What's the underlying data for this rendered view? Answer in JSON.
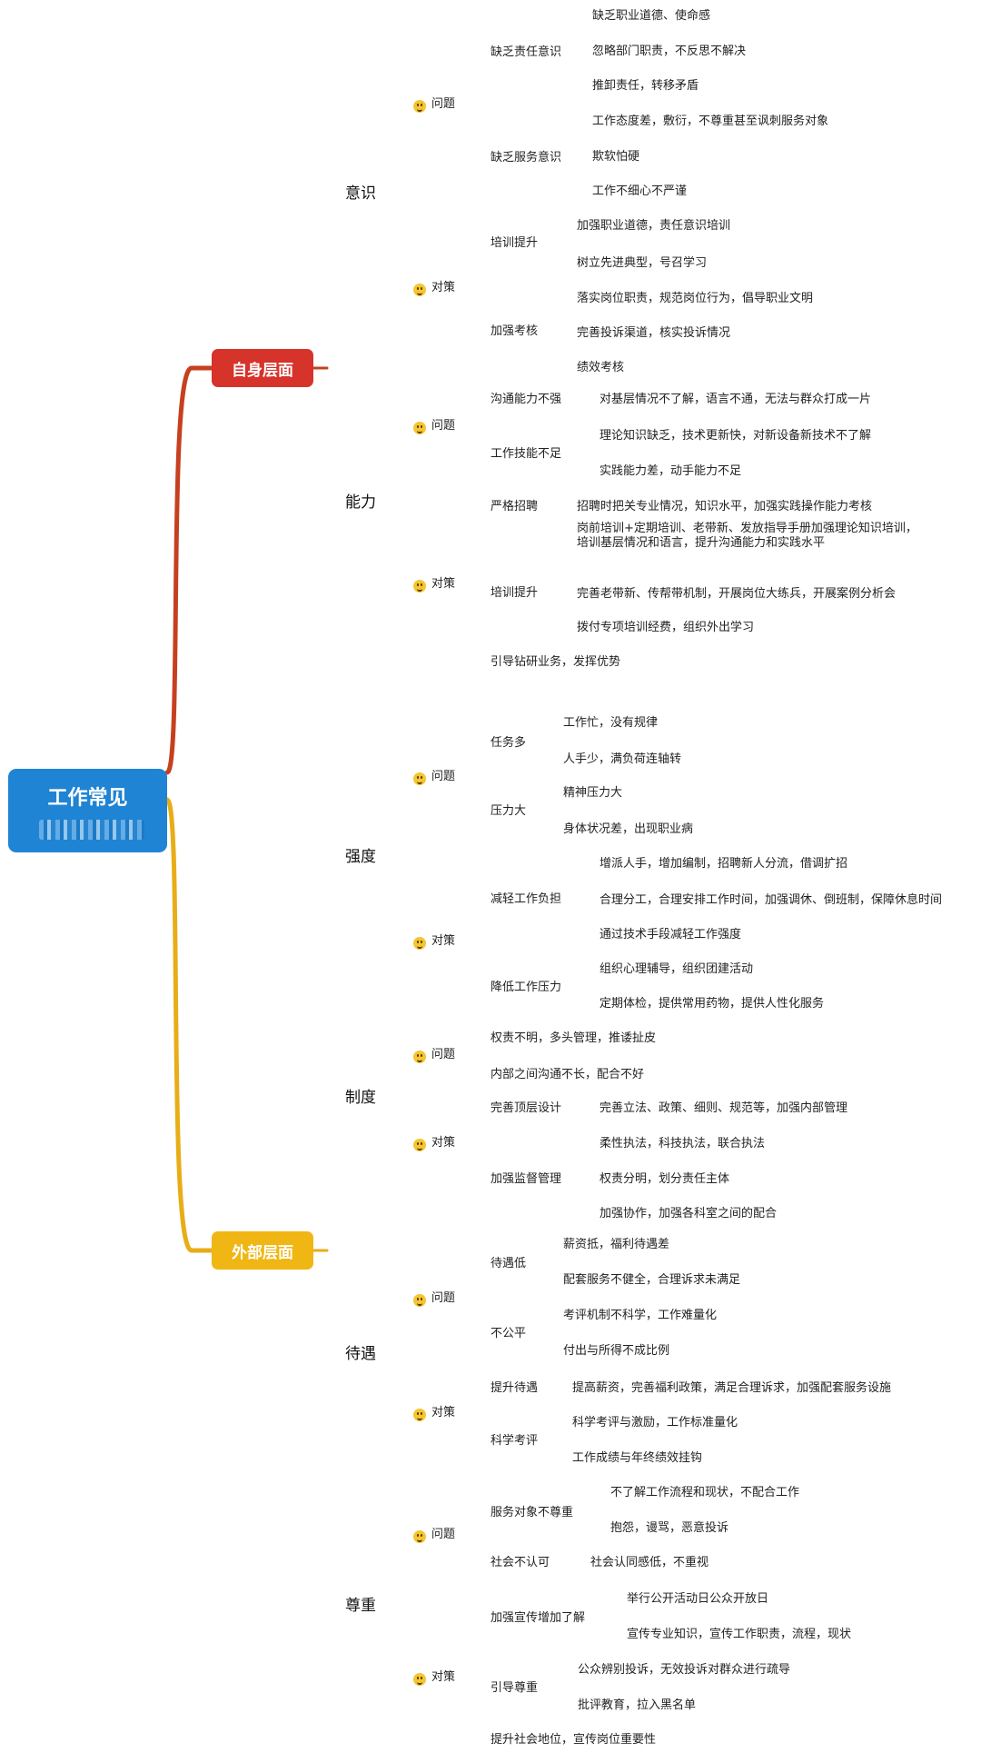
{
  "root": {
    "title": "工作常见",
    "subtitle_blurred": "████████"
  },
  "colors": {
    "root": "#1f84d4",
    "self": "#d6332b",
    "self_line": "#c6401f",
    "external": "#f0b613",
    "external_line": "#e8ad17"
  },
  "icons": {
    "problem": "frown-emoji-icon",
    "solution": "smile-emoji-icon"
  },
  "branches": {
    "self": {
      "label": "自身层面",
      "awareness": {
        "label": "意识",
        "problem": {
          "label": "问题",
          "duty": {
            "label": "缺乏责任意识",
            "items": [
              "缺乏职业道德、使命感",
              "忽略部门职责，不反思不解决",
              "推卸责任，转移矛盾"
            ]
          },
          "service": {
            "label": "缺乏服务意识",
            "items": [
              "工作态度差，敷衍，不尊重甚至讽刺服务对象",
              "欺软怕硬",
              "工作不细心不严谨"
            ]
          }
        },
        "solution": {
          "label": "对策",
          "training": {
            "label": "培训提升",
            "items": [
              "加强职业道德，责任意识培训",
              "树立先进典型，号召学习"
            ]
          },
          "assess": {
            "label": "加强考核",
            "items": [
              "落实岗位职责，规范岗位行为，倡导职业文明",
              "完善投诉渠道，核实投诉情况",
              "绩效考核"
            ]
          }
        }
      },
      "ability": {
        "label": "能力",
        "problem": {
          "label": "问题",
          "communication": {
            "label": "沟通能力不强",
            "items": [
              "对基层情况不了解，语言不通，无法与群众打成一片"
            ]
          },
          "skill": {
            "label": "工作技能不足",
            "items": [
              "理论知识缺乏，技术更新快，对新设备新技术不了解",
              "实践能力差，动手能力不足"
            ]
          }
        },
        "solution": {
          "label": "对策",
          "recruit": {
            "label": "严格招聘",
            "items": [
              "招聘时把关专业情况，知识水平，加强实践操作能力考核"
            ]
          },
          "training": {
            "label": "培训提升",
            "items": [
              "岗前培训+定期培训、老带新、发放指导手册加强理论知识培训，\n培训基层情况和语言，提升沟通能力和实践水平",
              "完善老带新、传帮带机制，开展岗位大练兵，开展案例分析会",
              "拨付专项培训经费，组织外出学习"
            ]
          },
          "guide": {
            "label": "引导钻研业务，发挥优势"
          }
        }
      }
    },
    "external": {
      "label": "外部层面",
      "intensity": {
        "label": "强度",
        "problem": {
          "label": "问题",
          "tasks": {
            "label": "任务多",
            "items": [
              "工作忙，没有规律",
              "人手少，满负荷连轴转"
            ]
          },
          "pressure": {
            "label": "压力大",
            "items": [
              "精神压力大",
              "身体状况差，出现职业病"
            ]
          }
        },
        "solution": {
          "label": "对策",
          "reduce": {
            "label": "减轻工作负担",
            "items": [
              "增派人手，增加编制，招聘新人分流，借调扩招",
              "合理分工，合理安排工作时间，加强调休、倒班制，保障休息时间",
              "通过技术手段减轻工作强度"
            ]
          },
          "relief": {
            "label": "降低工作压力",
            "items": [
              "组织心理辅导，组织团建活动",
              "定期体检，提供常用药物，提供人性化服务"
            ]
          }
        }
      },
      "system": {
        "label": "制度",
        "problem": {
          "label": "问题",
          "items": [
            "权责不明，多头管理，推诿扯皮",
            "内部之间沟通不长，配合不好"
          ]
        },
        "solution": {
          "label": "对策",
          "top": {
            "label": "完善顶层设计",
            "items": [
              "完善立法、政策、细则、规范等，加强内部管理"
            ]
          },
          "supervise": {
            "label": "加强监督管理",
            "items": [
              "柔性执法，科技执法，联合执法",
              "权责分明，划分责任主体",
              "加强协作，加强各科室之间的配合"
            ]
          }
        }
      },
      "treatment": {
        "label": "待遇",
        "problem": {
          "label": "问题",
          "low": {
            "label": "待遇低",
            "items": [
              "薪资抵，福利待遇差",
              "配套服务不健全，合理诉求未满足"
            ]
          },
          "unfair": {
            "label": "不公平",
            "items": [
              "考评机制不科学，工作难量化",
              "付出与所得不成比例"
            ]
          }
        },
        "solution": {
          "label": "对策",
          "raise": {
            "label": "提升待遇",
            "items": [
              "提高薪资，完善福利政策，满足合理诉求，加强配套服务设施"
            ]
          },
          "science": {
            "label": "科学考评",
            "items": [
              "科学考评与激励，工作标准量化",
              "工作成绩与年终绩效挂钩"
            ]
          }
        }
      },
      "respect": {
        "label": "尊重",
        "problem": {
          "label": "问题",
          "disrespect": {
            "label": "服务对象不尊重",
            "items": [
              "不了解工作流程和现状，不配合工作",
              "抱怨，谩骂，恶意投诉"
            ]
          },
          "unrecognized": {
            "label": "社会不认可",
            "items": [
              "社会认同感低，不重视"
            ]
          }
        },
        "solution": {
          "label": "对策",
          "publicity": {
            "label": "加强宣传增加了解",
            "items": [
              "举行公开活动日公众开放日",
              "宣传专业知识，宣传工作职责，流程，现状"
            ]
          },
          "guide": {
            "label": "引导尊重",
            "items": [
              "公众辨别投诉，无效投诉对群众进行疏导",
              "批评教育，拉入黑名单"
            ]
          },
          "status": {
            "label": "提升社会地位，宣传岗位重要性"
          }
        }
      }
    }
  }
}
